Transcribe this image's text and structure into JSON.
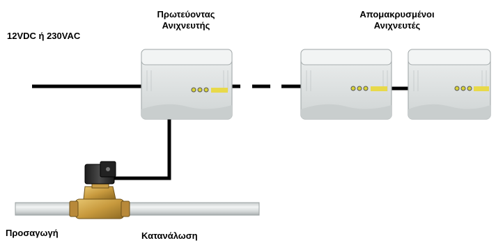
{
  "labels": {
    "power_supply": "12VDC ή 230VAC",
    "primary_detector": [
      "Πρωτεύοντας",
      "Ανιχνευτής"
    ],
    "remote_detectors": [
      "Απομακρυσμένοι",
      "Ανιχνευτές"
    ],
    "supply": "Προσαγωγή",
    "consumption": "Κατανάλωση"
  },
  "colors": {
    "cable": "#000000",
    "panel_body": "#dfe3e3",
    "panel_shadow": "#b9bfc0",
    "pipe": "#d8dcdc",
    "valve_brass": "#c9a24a",
    "valve_coil": "#2b2b2b",
    "led_yellow": "#e8d94a"
  },
  "icons": {
    "detector_panel": "gas-detector-panel-icon",
    "solenoid_valve": "solenoid-valve-icon",
    "pipe": "pipe-icon"
  }
}
